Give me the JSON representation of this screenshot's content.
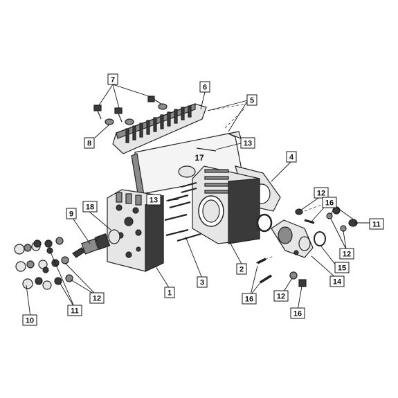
{
  "callouts": [
    {
      "id": "c7",
      "label": "7"
    },
    {
      "id": "c6",
      "label": "6"
    },
    {
      "id": "c5",
      "label": "5"
    },
    {
      "id": "c8",
      "label": "8"
    },
    {
      "id": "c13a",
      "label": "13"
    },
    {
      "id": "c17",
      "label": "17"
    },
    {
      "id": "c4",
      "label": "4"
    },
    {
      "id": "c12a",
      "label": "12"
    },
    {
      "id": "c16a",
      "label": "16"
    },
    {
      "id": "c13b",
      "label": "13"
    },
    {
      "id": "c18",
      "label": "18"
    },
    {
      "id": "c9",
      "label": "9"
    },
    {
      "id": "c11a",
      "label": "11"
    },
    {
      "id": "c12b",
      "label": "12"
    },
    {
      "id": "c15",
      "label": "15"
    },
    {
      "id": "c2",
      "label": "2"
    },
    {
      "id": "c3",
      "label": "3"
    },
    {
      "id": "c14",
      "label": "14"
    },
    {
      "id": "c1",
      "label": "1"
    },
    {
      "id": "c12c",
      "label": "12"
    },
    {
      "id": "c11b",
      "label": "11"
    },
    {
      "id": "c16b",
      "label": "16"
    },
    {
      "id": "c12d",
      "label": "12"
    },
    {
      "id": "c10",
      "label": "10"
    },
    {
      "id": "c16c",
      "label": "16"
    }
  ],
  "colors": {
    "ink": "#111111",
    "metal_dark": "#3a3a3a",
    "metal_mid": "#8a8a8a",
    "metal_light": "#e6e6e6"
  }
}
